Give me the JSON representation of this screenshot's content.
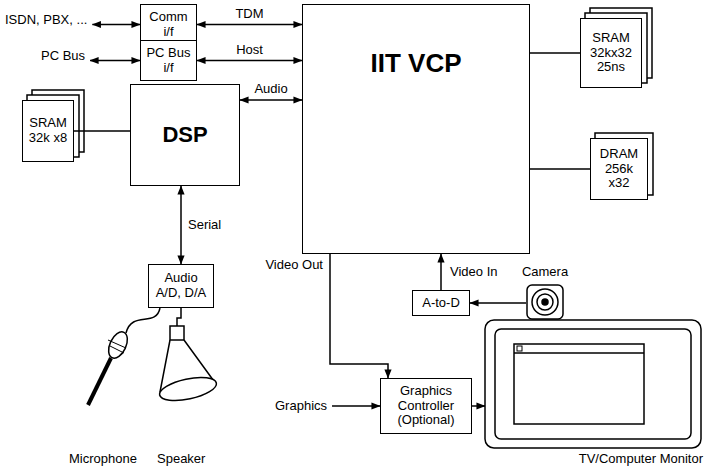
{
  "diagram": {
    "nodes": [
      {
        "text": [
          "Comm i/f"
        ]
      },
      {
        "text": [
          "PC Bus i/f"
        ]
      },
      {
        "text": [
          "IIT VCP"
        ]
      },
      {
        "text": [
          "SRAM 32kx32 25ns"
        ]
      },
      {
        "text": [
          "DRAM 256k x32"
        ]
      },
      {
        "text": [
          "SRAM 32k x8"
        ]
      },
      {
        "text": [
          "DSP"
        ]
      },
      {
        "text": [
          "Audio A/D, D/A"
        ]
      },
      {
        "text": [
          "A-to-D"
        ]
      },
      {
        "text": [
          "Graphics Controller (Optional)"
        ]
      }
    ],
    "edges": [
      {
        "from": 0,
        "to": 2,
        "arrow": "both",
        "label": "TDM"
      },
      {
        "from": 1,
        "to": 2,
        "arrow": "both",
        "label": "Host"
      },
      {
        "from": 2,
        "to": 3,
        "arrow": "none"
      },
      {
        "from": 2,
        "to": 4,
        "arrow": "none"
      },
      {
        "from": 5,
        "to": 6,
        "arrow": "none"
      },
      {
        "from": 6,
        "to": 2,
        "arrow": "both",
        "label": "Audio"
      },
      {
        "from": 6,
        "to": 7,
        "arrow": "both",
        "label": "Serial"
      },
      {
        "from": 8,
        "to": 2,
        "arrow": "to",
        "label": "Video In"
      },
      {
        "from": 2,
        "to": 9,
        "arrow": "to",
        "label": "Video Out"
      }
    ],
    "labels": [
      "ISDN, PBX, ...",
      "PC Bus",
      "Camera",
      "Graphics",
      "Microphone",
      "Speaker",
      "TV/Computer Monitor"
    ]
  }
}
